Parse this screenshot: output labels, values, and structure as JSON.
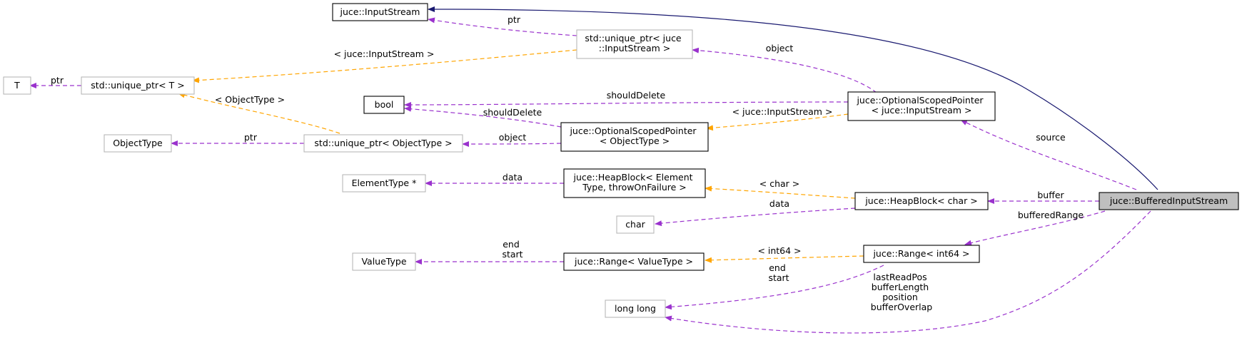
{
  "colors": {
    "member_edge": "#9a32cd",
    "template_edge": "#ffa500",
    "inherit_edge": "#191970",
    "focus_fill": "#bfbfbf",
    "weak_border": "#b8b8b8"
  },
  "nodes": {
    "input_stream": [
      "juce::InputStream"
    ],
    "unique_ptr_input": [
      "std::unique_ptr< juce",
      "::InputStream >"
    ],
    "t": [
      "T"
    ],
    "unique_ptr_t": [
      "std::unique_ptr< T >"
    ],
    "bool": [
      "bool"
    ],
    "osp_input": [
      "juce::OptionalScopedPointer",
      "< juce::InputStream >"
    ],
    "object_type": [
      "ObjectType"
    ],
    "unique_ptr_object": [
      "std::unique_ptr< ObjectType >"
    ],
    "osp_object": [
      "juce::OptionalScopedPointer",
      "< ObjectType >"
    ],
    "element_type": [
      "ElementType *"
    ],
    "heap_block_element": [
      "juce::HeapBlock< Element",
      "Type, throwOnFailure >"
    ],
    "heap_block_char": [
      "juce::HeapBlock< char >"
    ],
    "char": [
      "char"
    ],
    "buffered_input_stream": [
      "juce::BufferedInputStream"
    ],
    "value_type": [
      "ValueType"
    ],
    "range_value": [
      "juce::Range< ValueType >"
    ],
    "range_int64": [
      "juce::Range< int64 >"
    ],
    "long_long": [
      "long long"
    ]
  },
  "edge_labels": {
    "ptr_input": [
      "ptr"
    ],
    "template_input_stream_1": [
      "< juce::InputStream >"
    ],
    "object_1": [
      "object"
    ],
    "ptr_t": [
      "ptr"
    ],
    "should_delete_1": [
      "shouldDelete"
    ],
    "should_delete_2": [
      "shouldDelete"
    ],
    "template_object_type": [
      "< ObjectType >"
    ],
    "template_input_stream_2": [
      "< juce::InputStream >"
    ],
    "ptr_object": [
      "ptr"
    ],
    "object_2": [
      "object"
    ],
    "source": [
      "source"
    ],
    "data_1": [
      "data"
    ],
    "template_char": [
      "< char >"
    ],
    "buffer": [
      "buffer"
    ],
    "data_2": [
      "data"
    ],
    "buffered_range": [
      "bufferedRange"
    ],
    "end_start_1": [
      "end",
      "start"
    ],
    "template_int64": [
      "< int64 >"
    ],
    "end_start_2": [
      "end",
      "start"
    ],
    "long_long_members": [
      "lastReadPos",
      "bufferLength",
      "position",
      "bufferOverlap"
    ]
  }
}
